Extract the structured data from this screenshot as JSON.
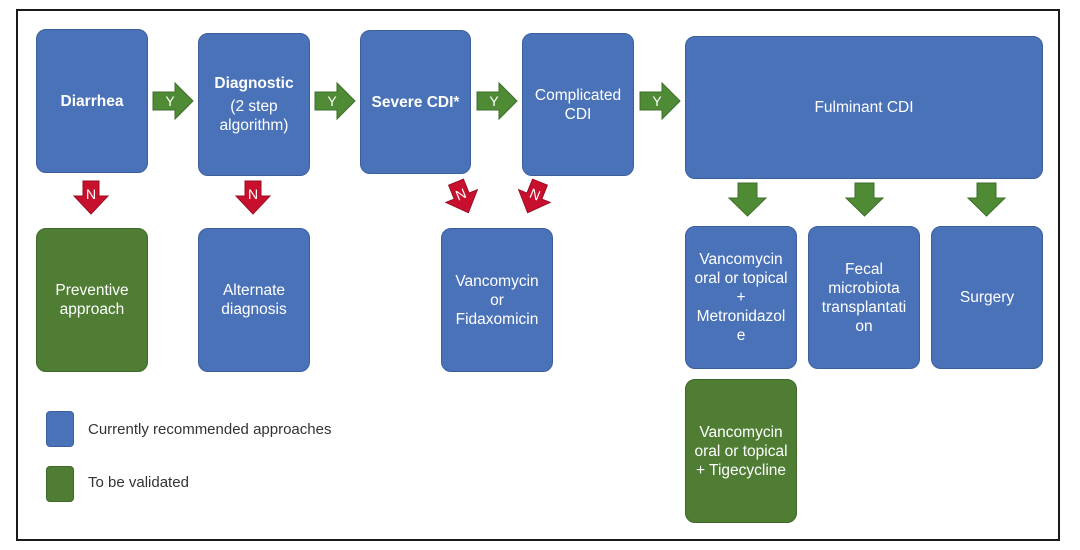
{
  "nodes": {
    "diarrhea": {
      "lines": [
        "Diarrhea"
      ]
    },
    "diagnostic": {
      "title": "Diagnostic",
      "lines": [
        "(2 step",
        "algorithm)"
      ]
    },
    "severe": {
      "lines": [
        "Severe CDI*"
      ]
    },
    "complicated": {
      "lines": [
        "Complicated",
        "CDI"
      ]
    },
    "fulminant": {
      "lines": [
        "Fulminant CDI"
      ]
    },
    "preventive": {
      "lines": [
        "Preventive",
        "approach"
      ]
    },
    "alternate": {
      "lines": [
        "Alternate",
        "diagnosis"
      ]
    },
    "vanco_fidax": {
      "lines": [
        "Vancomycin",
        "or",
        "Fidaxomicin"
      ]
    },
    "vanco_metro": {
      "lines": [
        "Vancomycin",
        "oral or topical",
        "+",
        "Metronidazol",
        "e"
      ]
    },
    "fecal": {
      "lines": [
        "Fecal",
        "microbiota",
        "transplantati",
        "on"
      ]
    },
    "surgery": {
      "lines": [
        "Surgery"
      ]
    },
    "vanco_tige": {
      "lines": [
        "Vancomycin",
        "oral or topical",
        "+ Tigecycline"
      ]
    }
  },
  "arrow_labels": {
    "yes": "Y",
    "no": "N"
  },
  "legend": {
    "items": [
      {
        "label": "Currently recommended approaches",
        "color": "#4a72b8"
      },
      {
        "label": "To be validated",
        "color": "#4f7d33"
      }
    ]
  },
  "colors": {
    "blue_box": "#4a72b8",
    "green_box": "#4f7d33",
    "yes_arrow": "#4f8a35",
    "no_arrow": "#c8102e"
  }
}
